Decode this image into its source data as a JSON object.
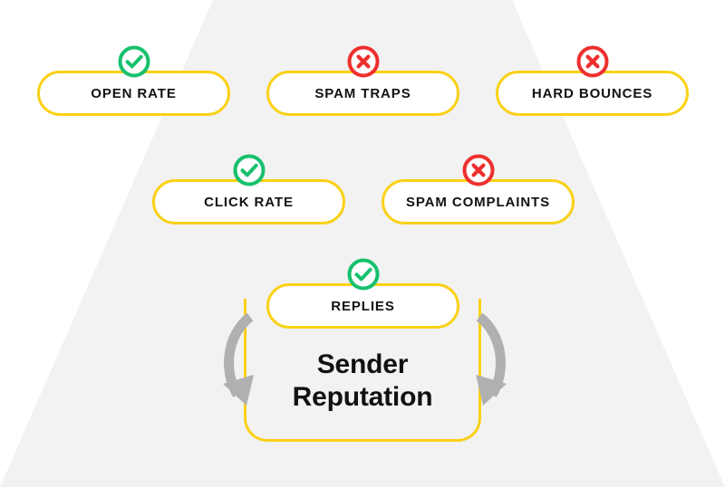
{
  "diagram": {
    "title": "Sender Reputation",
    "title_lines": [
      "Sender",
      "Reputation"
    ],
    "background_color": "#ffffff",
    "funnel_color": "#f2f2f2",
    "accent_color": "#fad117",
    "positive_color": "#17c06d",
    "negative_color": "#ee2f2f",
    "text_color": "#121212"
  },
  "rows": [
    {
      "row_index": 0,
      "nodes": [
        {
          "label": "OPEN RATE",
          "status": "positive",
          "status_icon": "check-circle-icon"
        },
        {
          "label": "SPAM TRAPS",
          "status": "negative",
          "status_icon": "cross-circle-icon"
        },
        {
          "label": "HARD BOUNCES",
          "status": "negative",
          "status_icon": "cross-circle-icon"
        }
      ]
    },
    {
      "row_index": 1,
      "nodes": [
        {
          "label": "CLICK RATE",
          "status": "positive",
          "status_icon": "check-circle-icon"
        },
        {
          "label": "SPAM COMPLAINTS",
          "status": "negative",
          "status_icon": "cross-circle-icon"
        }
      ]
    },
    {
      "row_index": 2,
      "nodes": [
        {
          "label": "REPLIES",
          "status": "positive",
          "status_icon": "check-circle-icon"
        }
      ]
    }
  ],
  "arrows": [
    {
      "name": "left-curved-arrow",
      "direction": "down-left"
    },
    {
      "name": "right-curved-arrow",
      "direction": "down-right"
    }
  ]
}
